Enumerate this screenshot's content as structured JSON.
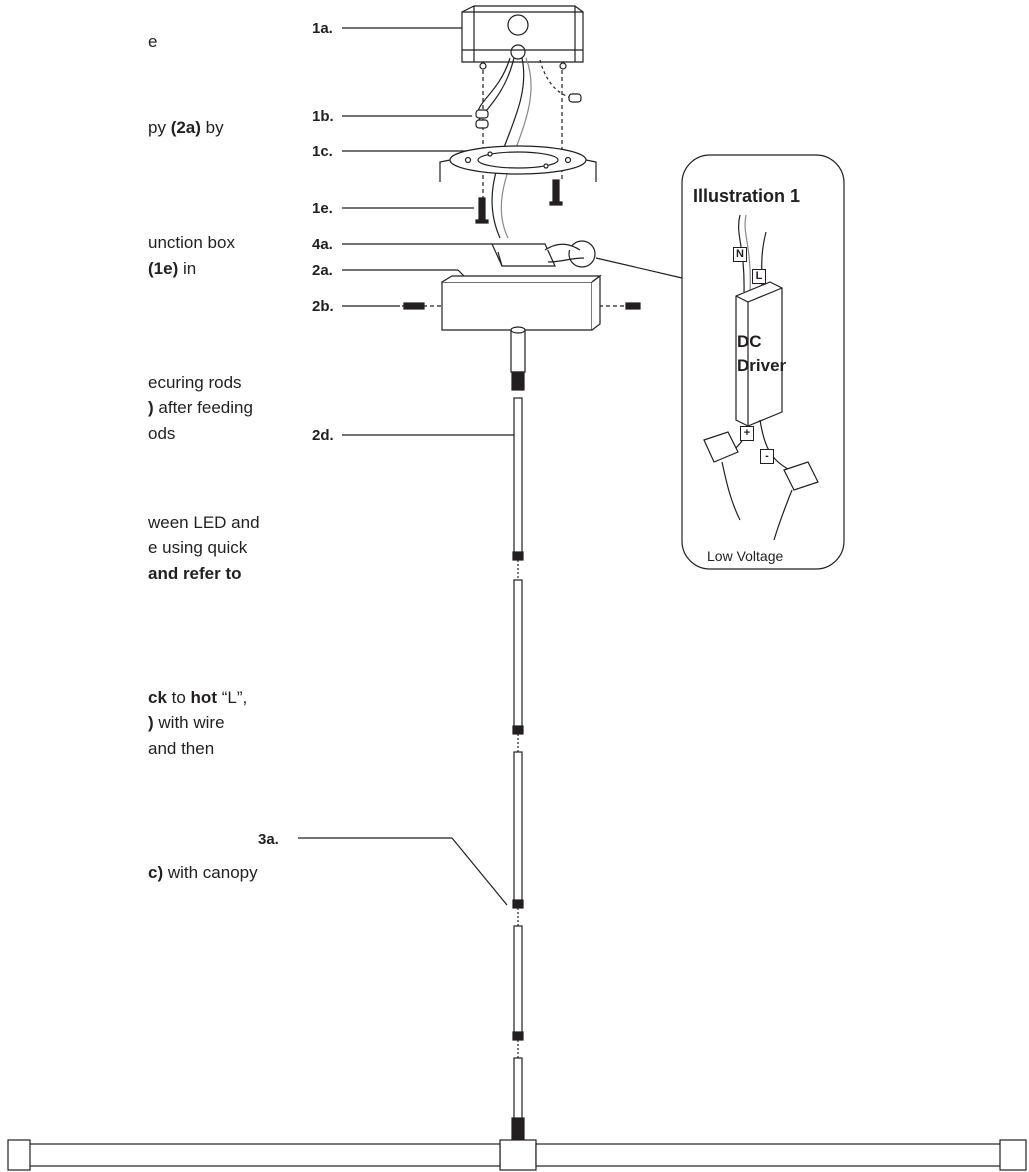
{
  "instructions": [
    {
      "id": "l1",
      "parts": [
        {
          "t": "e",
          "b": false
        }
      ]
    },
    {
      "id": "l2",
      "parts": [
        {
          "t": "py ",
          "b": false
        },
        {
          "t": "(2a)",
          "b": true
        },
        {
          "t": " by",
          "b": false
        }
      ]
    },
    {
      "id": "l3",
      "parts": [
        {
          "t": "unction box",
          "b": false
        }
      ]
    },
    {
      "id": "l4",
      "parts": [
        {
          "t": "(1e)",
          "b": true
        },
        {
          "t": " in",
          "b": false
        }
      ]
    },
    {
      "id": "l5",
      "parts": [
        {
          "t": "ecuring rods",
          "b": false
        }
      ]
    },
    {
      "id": "l6",
      "parts": [
        {
          "t": ")",
          "b": true
        },
        {
          "t": " after feeding",
          "b": false
        }
      ]
    },
    {
      "id": "l7",
      "parts": [
        {
          "t": "ods",
          "b": false
        }
      ]
    },
    {
      "id": "l8",
      "parts": [
        {
          "t": "ween LED and",
          "b": false
        }
      ]
    },
    {
      "id": "l9",
      "parts": [
        {
          "t": "e using quick",
          "b": false
        }
      ]
    },
    {
      "id": "l10",
      "parts": [
        {
          "t": "and refer to",
          "b": true
        }
      ]
    },
    {
      "id": "l11",
      "parts": [
        {
          "t": "ck",
          "b": true
        },
        {
          "t": " to ",
          "b": false
        },
        {
          "t": "hot",
          "b": true
        },
        {
          "t": " “L”,",
          "b": false
        }
      ]
    },
    {
      "id": "l12",
      "parts": [
        {
          "t": ")",
          "b": true
        },
        {
          "t": " with wire",
          "b": false
        }
      ]
    },
    {
      "id": "l13",
      "parts": [
        {
          "t": " and then",
          "b": false
        }
      ]
    },
    {
      "id": "l14",
      "parts": [
        {
          "t": "c)",
          "b": true
        },
        {
          "t": " with canopy",
          "b": false
        }
      ]
    }
  ],
  "callouts": {
    "c1a": "1a.",
    "c1b": "1b.",
    "c1c": "1c.",
    "c1e": "1e.",
    "c4a": "4a.",
    "c2a": "2a.",
    "c2b": "2b.",
    "c2d": "2d.",
    "c3a": "3a."
  },
  "illustration": {
    "title": "Illustration 1",
    "driver_line1": "DC",
    "driver_line2": "Driver",
    "tag_n": "N",
    "tag_l": "L",
    "tag_plus": "+",
    "tag_minus": "-",
    "low_voltage": "Low Voltage"
  },
  "colors": {
    "ink": "#231f20",
    "fill": "#ffffff"
  }
}
